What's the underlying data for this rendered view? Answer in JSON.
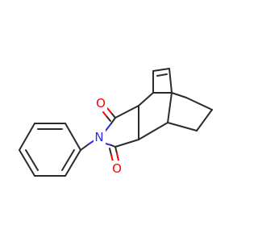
{
  "molecule": {
    "atoms": {
      "nitrogen": {
        "symbol": "N",
        "color": "#2c2cf0"
      },
      "oxygen_top": {
        "symbol": "O",
        "color": "#ff0000"
      },
      "oxygen_bottom": {
        "symbol": "O",
        "color": "#ff0000"
      }
    },
    "bond_color": "#2b2b2b"
  }
}
